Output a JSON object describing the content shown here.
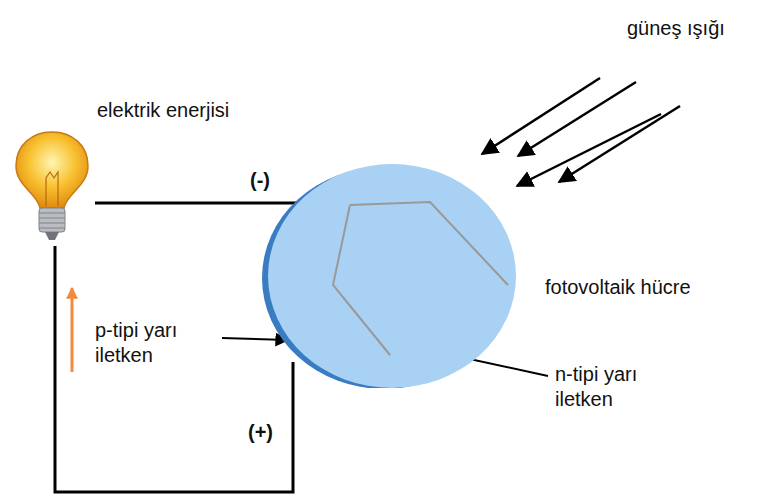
{
  "diagram": {
    "nodes": [
      {
        "text": [
          "elektrik enerjisi"
        ]
      },
      {
        "text": [
          "fotovoltaik hücre"
        ]
      }
    ],
    "edges": [
      {
        "from": 0,
        "to": 1,
        "arrow": "none",
        "label": "(-)"
      },
      {
        "from": 1,
        "to": 0,
        "arrow": "none",
        "label": "(+)"
      }
    ],
    "labels": [
      "güneş ışığı",
      "p-tipi yarı iletken",
      "n-tipi yarı iletken"
    ]
  }
}
